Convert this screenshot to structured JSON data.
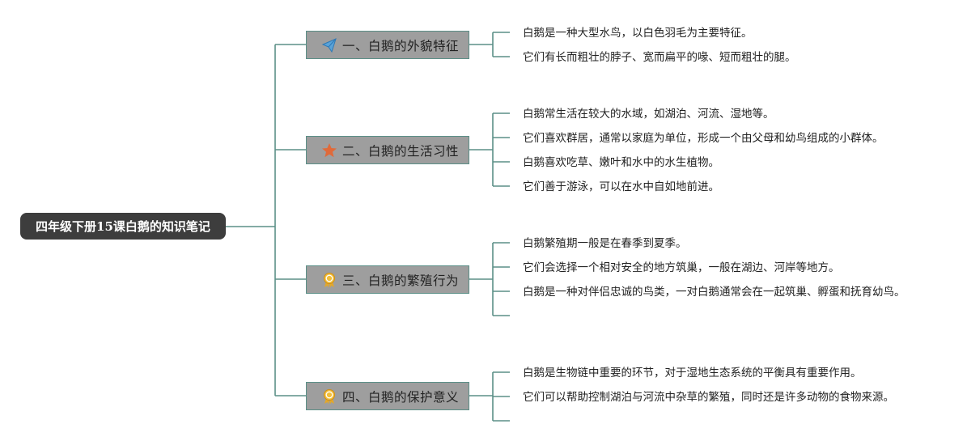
{
  "root": {
    "title": "四年级下册15课白鹅的知识笔记"
  },
  "colors": {
    "connector": "#5b8f87",
    "root_bg": "#3d3d3d",
    "branch_bg": "#9e9e9e"
  },
  "branches": [
    {
      "label": "一、白鹅的外貌特征",
      "icon": "paper-plane-icon",
      "leaves": [
        "白鹅是一种大型水鸟，以白色羽毛为主要特征。",
        "它们有长而粗壮的脖子、宽而扁平的喙、短而粗壮的腿。"
      ]
    },
    {
      "label": "二、白鹅的生活习性",
      "icon": "star-icon",
      "leaves": [
        "白鹅常生活在较大的水域，如湖泊、河流、湿地等。",
        "它们喜欢群居，通常以家庭为单位，形成一个由父母和幼鸟组成的小群体。",
        "白鹅喜欢吃草、嫩叶和水中的水生植物。",
        "它们善于游泳，可以在水中自如地前进。"
      ]
    },
    {
      "label": "三、白鹅的繁殖行为",
      "icon": "award-ribbon-icon",
      "leaves": [
        "白鹅繁殖期一般是在春季到夏季。",
        "它们会选择一个相对安全的地方筑巢，一般在湖边、河岸等地方。",
        "白鹅是一种对伴侣忠诚的鸟类，一对白鹅通常会在一起筑巢、孵蛋和抚育幼鸟。",
        ""
      ]
    },
    {
      "label": "四、白鹅的保护意义",
      "icon": "award-ribbon-icon",
      "leaves": [
        "白鹅是生物链中重要的环节，对于湿地生态系统的平衡具有重要作用。",
        "它们可以帮助控制湖泊与河流中杂草的繁殖，同时还是许多动物的食物来源。",
        ""
      ]
    }
  ]
}
